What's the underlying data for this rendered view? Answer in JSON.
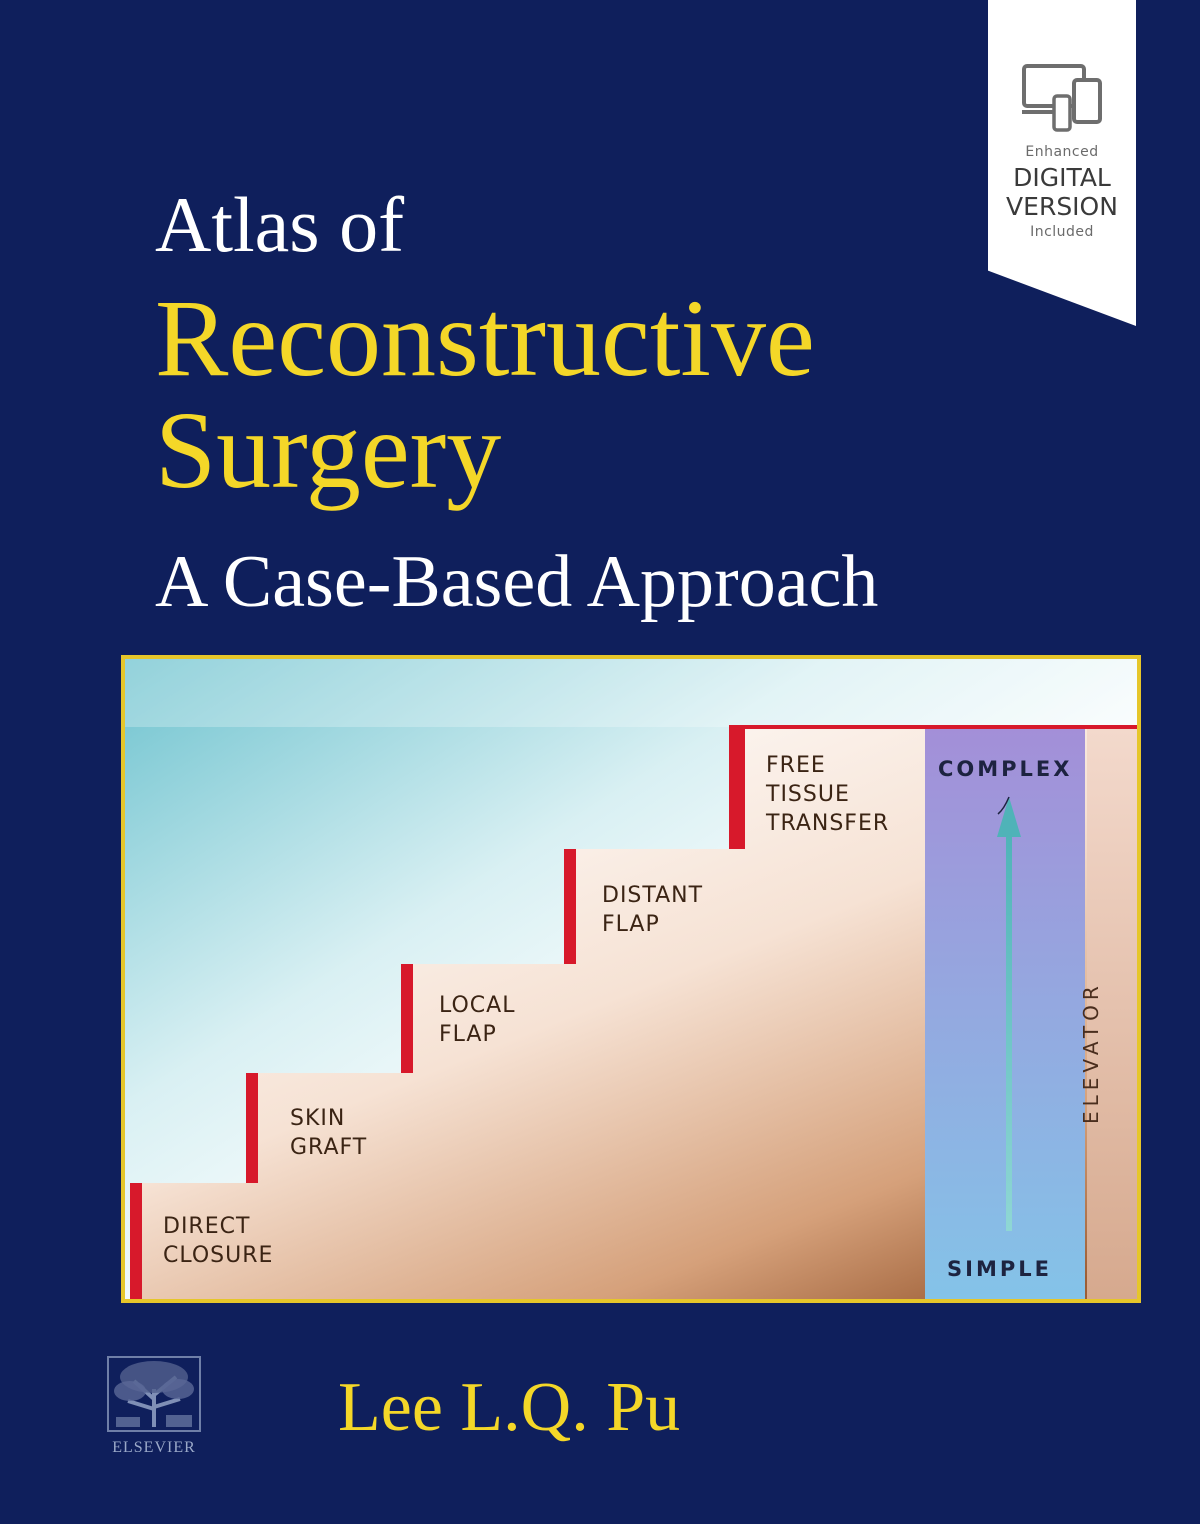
{
  "badge": {
    "line1": "Enhanced",
    "line2": "DIGITAL",
    "line3": "VERSION",
    "line4": "Included",
    "icon": "devices-icon"
  },
  "title": {
    "line1": "Atlas of",
    "main_line1": "Reconstructive",
    "main_line2": "Surgery",
    "subtitle": "A Case-Based Approach"
  },
  "diagram": {
    "steps": [
      {
        "label": "DIRECT\nCLOSURE"
      },
      {
        "label": "SKIN\nGRAFT"
      },
      {
        "label": "LOCAL\nFLAP"
      },
      {
        "label": "DISTANT\nFLAP"
      },
      {
        "label": "FREE\nTISSUE\nTRANSFER"
      }
    ],
    "scale_top": "COMPLEX",
    "scale_bottom": "SIMPLE",
    "elevator": "ELEVATOR"
  },
  "author": "Lee L.Q. Pu",
  "publisher": "ELSEVIER",
  "colors": {
    "background": "#0f1f5c",
    "title_yellow": "#f4d728",
    "step_red": "#d7192b",
    "frame_gold": "#e6c62a"
  }
}
